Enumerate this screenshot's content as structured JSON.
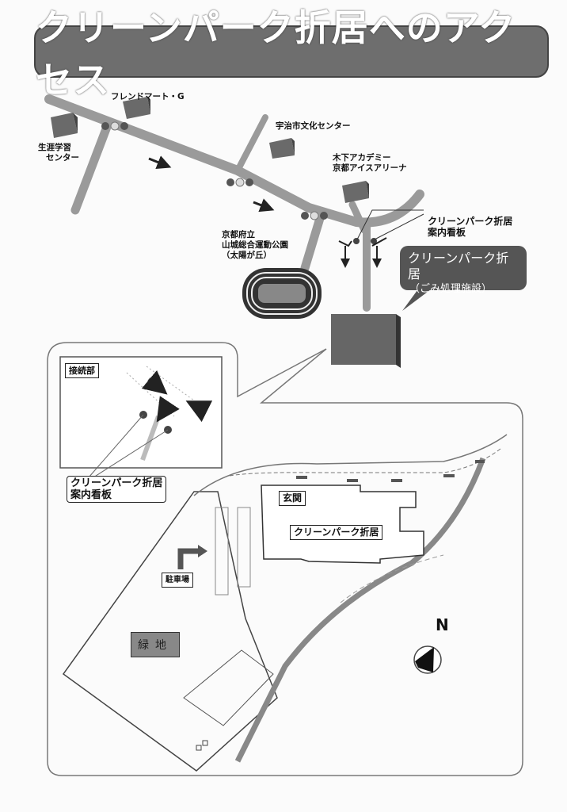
{
  "title": "クリーンパーク折居へのアクセス",
  "route_map": {
    "landmarks": {
      "friend_mart": "フレンドマート・G",
      "lifelong_center": [
        "生涯学習",
        "センター"
      ],
      "uji_culture": "宇治市文化センター",
      "kinoshita": [
        "木下アカデミー",
        "京都アイスアリーナ"
      ],
      "yamashiro_park": [
        "京都府立",
        "山城総合運動公園",
        "（太陽が丘）"
      ],
      "guide_sign": [
        "クリーンパーク折居",
        "案内看板"
      ]
    },
    "destination_callout": {
      "name": "クリーンパーク折居",
      "subtitle": "（ごみ処理施設）"
    }
  },
  "site_plan": {
    "inset": {
      "title": "接続部",
      "sign_label": [
        "クリーンパーク折居",
        "案内看板"
      ]
    },
    "entrance_label": "玄関",
    "facility_label": "クリーンパーク折居",
    "parking_label": "駐車場",
    "green_area_label": "緑地",
    "north_label": "N"
  },
  "colors": {
    "title_bg": "#6e6e6e",
    "road": "#9a9a9a",
    "building": "#6a6a6a",
    "callout_bg": "#555555"
  }
}
